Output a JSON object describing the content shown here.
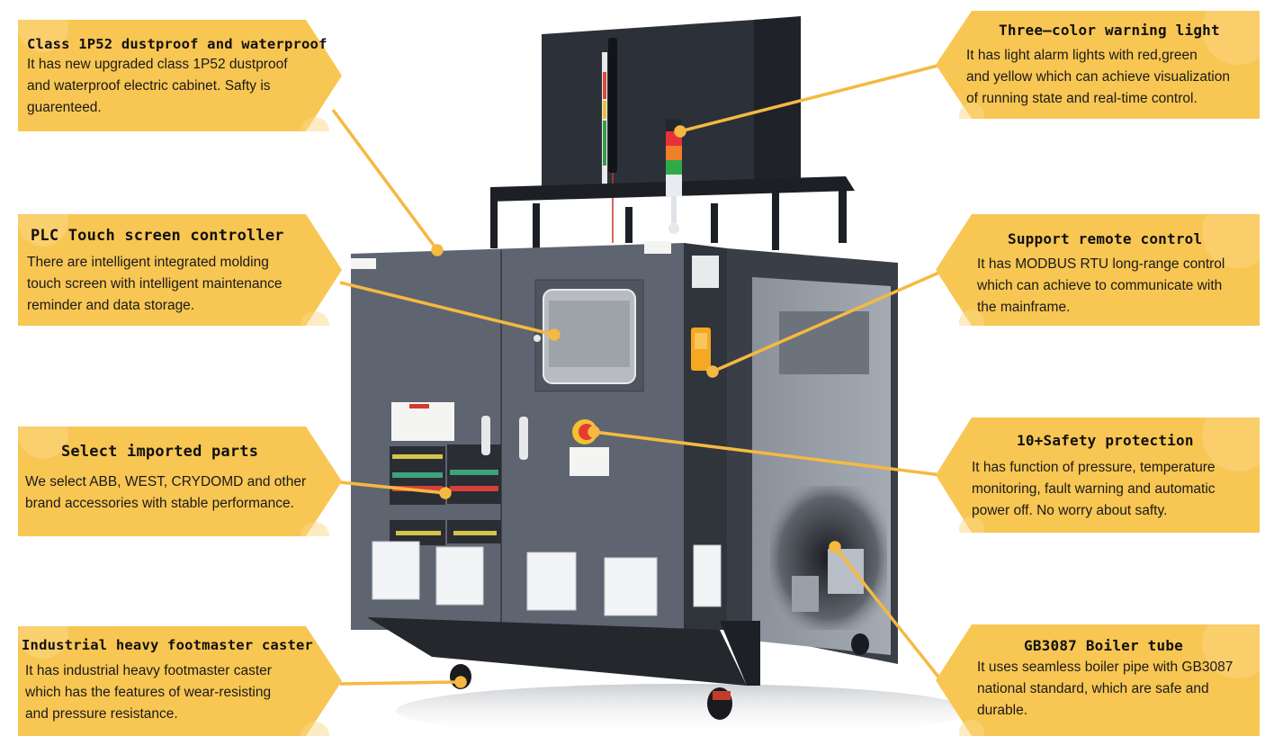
{
  "theme": {
    "callout_fill": "#f8c653",
    "callout_highlight": "#fbd88a",
    "leader_color": "#f5b941",
    "cabinet_color": "#5d6470",
    "cabinet_dark": "#2b2f36"
  },
  "callouts": {
    "dustproof": {
      "title": "Class 1P52 dustproof and waterproof",
      "lines": [
        "It has new upgraded class 1P52 dustproof",
        "and waterproof electric cabinet. Safty is",
        "guarenteed."
      ]
    },
    "plc": {
      "title": "PLC Touch screen controller",
      "lines": [
        "There are intelligent integrated molding",
        "touch screen with intelligent maintenance",
        "reminder and data storage."
      ]
    },
    "parts": {
      "title": "Select imported parts",
      "lines": [
        "We select ABB, WEST, CRYDOMD and other",
        "brand accessories with stable performance."
      ]
    },
    "caster": {
      "title": "Industrial heavy footmaster caster",
      "lines": [
        "It has industrial heavy footmaster caster",
        "which  has the features of wear-resisting",
        "and pressure resistance."
      ]
    },
    "warning_light": {
      "title": "Three—color warning light",
      "lines": [
        "It has light alarm lights with red,green",
        "and yellow which can achieve visualization",
        "of running state and real-time control."
      ]
    },
    "remote": {
      "title": "Support remote control",
      "lines": [
        "It has MODBUS RTU long-range control",
        "which can achieve to communicate with",
        "the mainframe."
      ]
    },
    "safety": {
      "title": "10+Safety protection",
      "lines": [
        "It has function of pressure, temperature",
        "monitoring, fault warning and automatic",
        "power off. No worry about safty."
      ]
    },
    "boiler": {
      "title": "GB3087 Boiler tube",
      "lines": [
        "It uses seamless boiler pipe with GB3087",
        "national standard, which are safe and",
        "durable."
      ]
    }
  },
  "machine": {
    "warning_light_colors": [
      "#e8303a",
      "#f07f2a",
      "#2faa4a",
      "#e9ecef"
    ],
    "estop_color": "#e63a32",
    "estop_ring": "#f2c230"
  }
}
